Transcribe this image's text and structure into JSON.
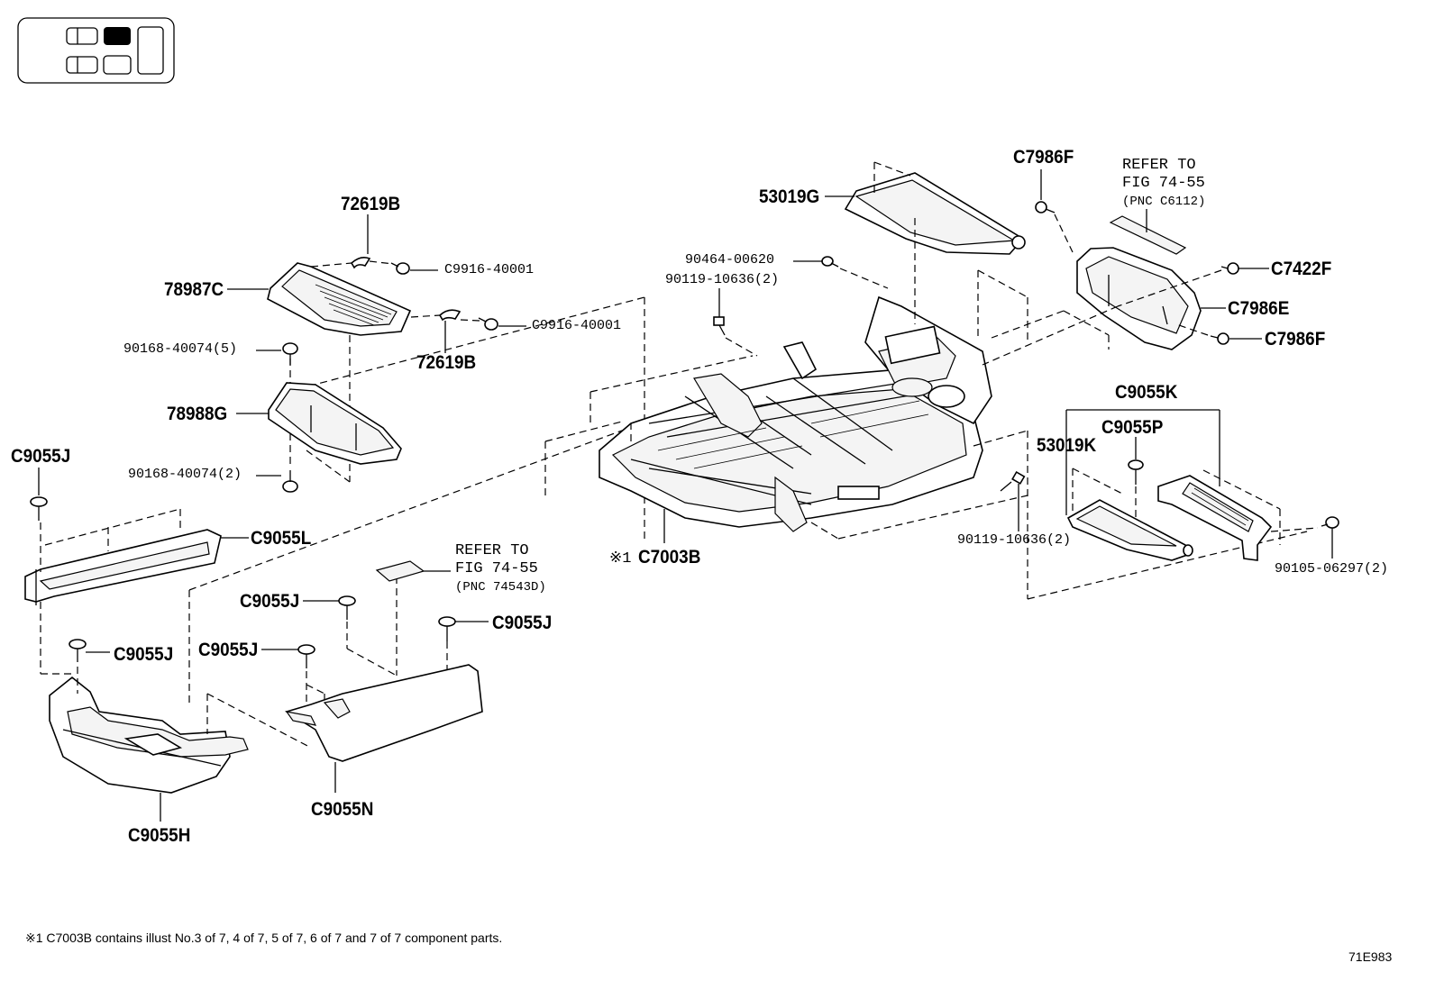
{
  "labels": {
    "p72619B_top": "72619B",
    "p78987C": "78987C",
    "pC9916_a": "C9916-40001",
    "pC9916_b": "C9916-40001",
    "p72619B_bot": "72619B",
    "p90168_5": "90168-40074(5)",
    "p78988G": "78988G",
    "p90168_2": "90168-40074(2)",
    "pC9055J_1": "C9055J",
    "pC9055L": "C9055L",
    "pC9055J_2": "C9055J",
    "pC9055H": "C9055H",
    "pC9055J_3": "C9055J",
    "pC9055J_4": "C9055J",
    "pC9055J_5": "C9055J",
    "pC9055N": "C9055N",
    "p53019G": "53019G",
    "p90464": "90464-00620",
    "p90119_top": "90119-10636(2)",
    "pC7003B": "C7003B",
    "pC7003B_mark": "※1",
    "pC7986F_top": "C7986F",
    "pC7422F": "C7422F",
    "pC7986E": "C7986E",
    "pC7986F_bot": "C7986F",
    "pC9055K": "C9055K",
    "pC9055P": "C9055P",
    "p53019K": "53019K",
    "p90119_bot": "90119-10636(2)",
    "p90105": "90105-06297(2)"
  },
  "refs": {
    "right": {
      "line1": "REFER TO",
      "line2": "FIG 74-55",
      "pnc": "(PNC C6112)"
    },
    "left": {
      "line1": "REFER TO",
      "line2": "FIG 74-55",
      "pnc": "(PNC 74543D)"
    }
  },
  "footnote": "※1  C7003B contains illust No.3 of 7, 4 of 7, 5 of 7, 6 of 7 and 7 of 7 component parts.",
  "illustration_code": "71E983",
  "locator_icon": "seat-position-locator-icon"
}
